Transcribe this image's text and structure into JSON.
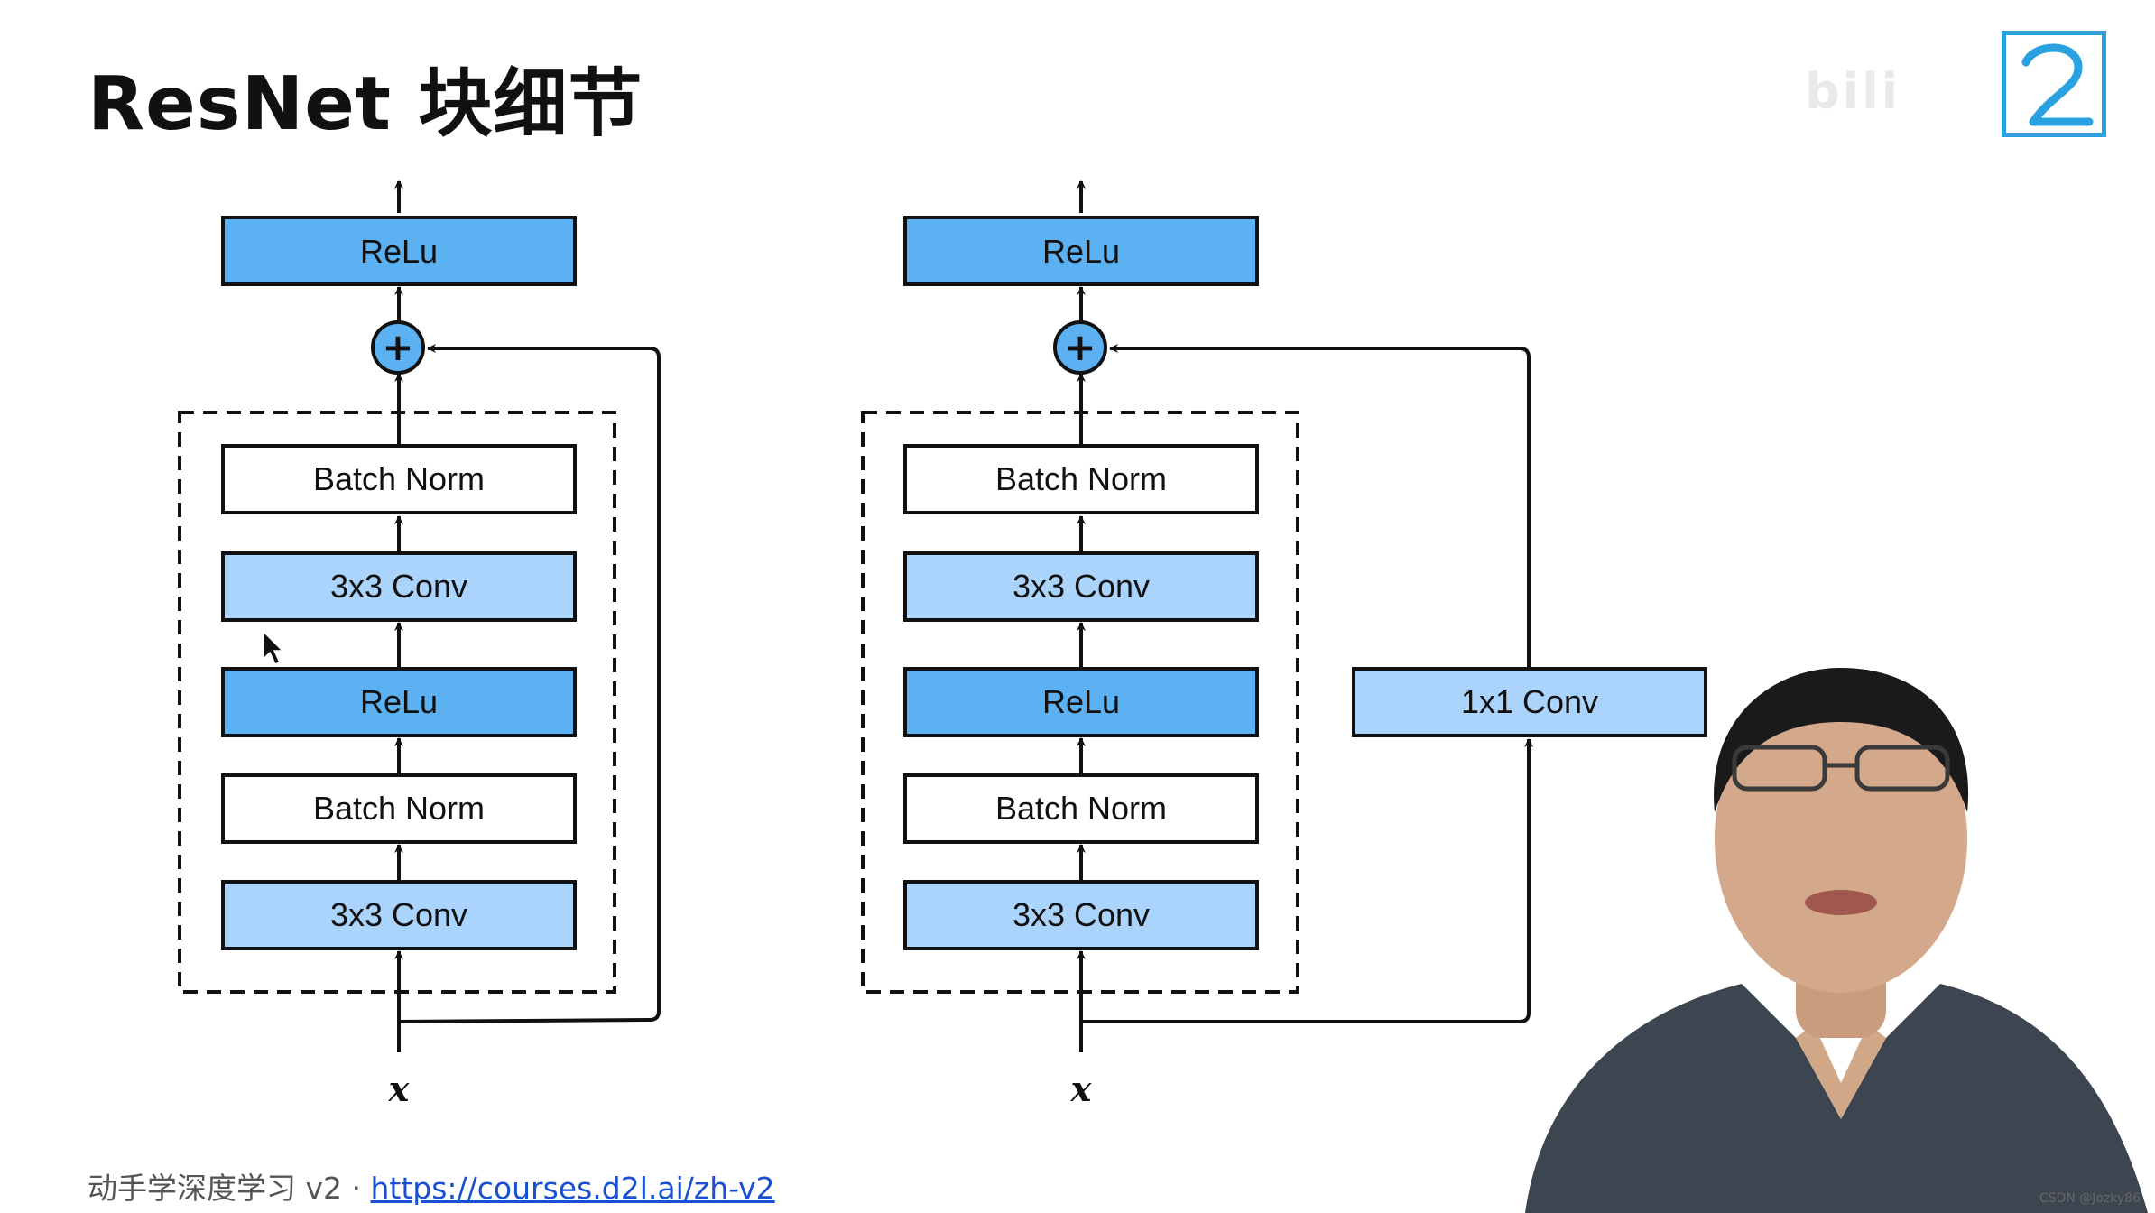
{
  "slide": {
    "title": "ResNet 块细节"
  },
  "diagram_left": {
    "relu_top": "ReLu",
    "batch_norm_upper": "Batch Norm",
    "conv_upper": "3x3 Conv",
    "relu_mid": "ReLu",
    "batch_norm_lower": "Batch Norm",
    "conv_lower": "3x3 Conv",
    "add_symbol": "+",
    "input_label": "x"
  },
  "diagram_right": {
    "relu_top": "ReLu",
    "batch_norm_upper": "Batch Norm",
    "conv_upper": "3x3 Conv",
    "relu_mid": "ReLu",
    "batch_norm_lower": "Batch Norm",
    "conv_lower": "3x3 Conv",
    "shortcut_conv": "1x1 Conv",
    "add_symbol": "+",
    "input_label": "x"
  },
  "footer": {
    "course_text": "动手学深度学习 v2 · ",
    "link": "https://courses.d2l.ai/zh-v2"
  },
  "watermark": {
    "text": "CSDN @Jozky86"
  },
  "colors": {
    "relu_fill": "#5cb1f2",
    "conv_fill": "#aad4fb",
    "bn_fill": "#ffffff",
    "add_fill": "#5cb1f2",
    "stroke": "#111111"
  },
  "icons": {
    "logo": "d2l-logo-icon",
    "cursor": "mouse-pointer-icon"
  }
}
